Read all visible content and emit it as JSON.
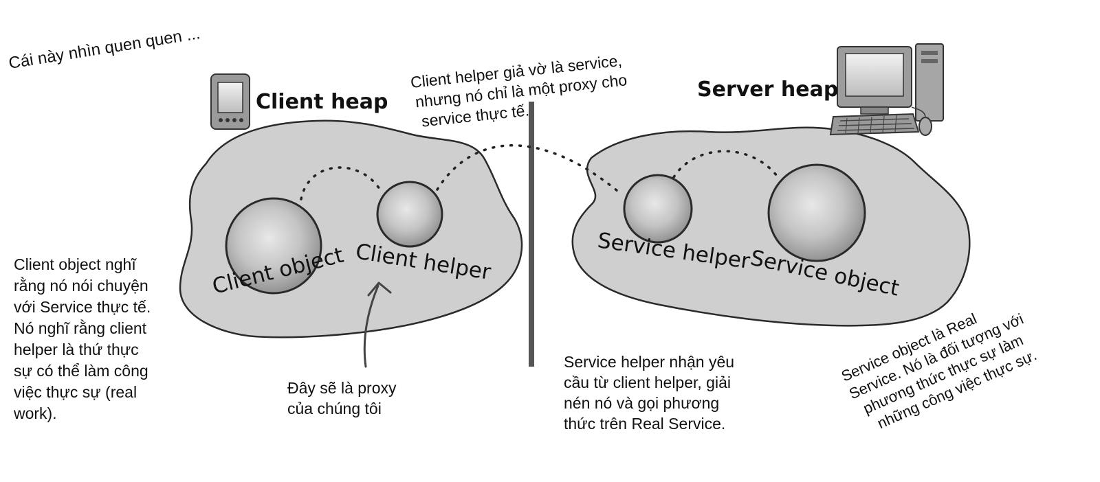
{
  "intro_note": "Cái này nhìn quen quen ...",
  "client": {
    "heap_title": "Client heap",
    "object_label": "Client object",
    "helper_label": "Client helper"
  },
  "server": {
    "heap_title": "Server heap",
    "helper_label": "Service helper",
    "object_label": "Service object"
  },
  "notes": {
    "client_helper_pretends": [
      "Client helper giả vờ là service,",
      "nhưng nó chỉ là một proxy cho",
      "service thực tế."
    ],
    "client_object_thinks": [
      "Client object nghĩ",
      "rằng nó nói chuyện",
      "với Service thực tế.",
      "Nó nghĩ rằng client",
      "helper là thứ thực",
      "sự có thể làm công",
      "việc thực sự (real",
      "work)."
    ],
    "proxy_note": [
      "Đây sẽ là proxy",
      "của chúng tôi"
    ],
    "service_helper_note": [
      "Service helper nhận yêu",
      "cầu từ client helper, giải",
      "nén nó và gọi phương",
      "thức trên Real Service."
    ],
    "service_object_note": [
      "Service object là Real",
      "Service. Nó là đối tượng với",
      "phương thức thực sự làm",
      "những công việc thực sự."
    ]
  },
  "colors": {
    "heap_fill": "#cfcfcf",
    "outline": "#2a2a2a",
    "divider": "#555555"
  }
}
